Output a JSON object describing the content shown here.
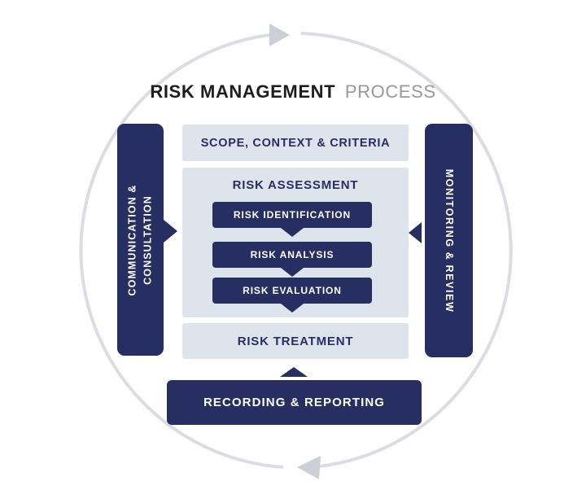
{
  "title": {
    "primary": "RISK MANAGEMENT",
    "secondary": "PROCESS"
  },
  "left_bar": {
    "lines": [
      "COMMUNICATION &",
      "CONSULTATION"
    ]
  },
  "right_bar": {
    "label": "MONITORING & REVIEW"
  },
  "panel": {
    "scope": "SCOPE, CONTEXT & CRITERIA",
    "assessment_heading": "RISK ASSESSMENT",
    "assessment_steps": [
      "RISK IDENTIFICATION",
      "RISK ANALYSIS",
      "RISK EVALUATION"
    ],
    "treatment": "RISK TREATMENT"
  },
  "bottom_bar": {
    "label": "RECORDING & REPORTING"
  },
  "cycle": {
    "direction": "clockwise",
    "arrowheads": [
      "top-pointing-right",
      "bottom-pointing-left"
    ]
  },
  "icons": {
    "left_to_center_arrow": "right-pointing-triangle",
    "right_to_center_arrow": "left-pointing-triangle",
    "bottom_to_center_arrow": "up-pointing-triangle",
    "step_connector": "down-pointing-notch"
  },
  "colors": {
    "navy": "#272e62",
    "panel_bg": "#dde4eb",
    "arc": "#dcdde3",
    "arc_arrowhead": "#cdced6",
    "title_primary": "#1d1d1d",
    "title_secondary": "#98989e",
    "background": "#ffffff",
    "box_text": "#ffffff"
  }
}
